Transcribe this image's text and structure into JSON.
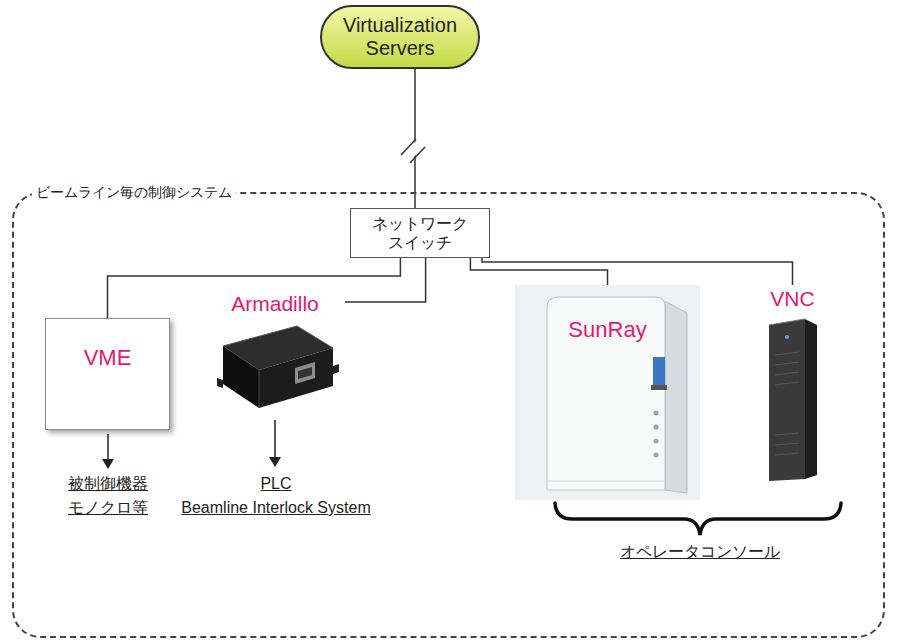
{
  "diagram": {
    "nodes": [
      {
        "text": [
          "Virtualization Servers"
        ]
      },
      {
        "text": [
          "ビームライン毎の制御システム"
        ]
      },
      {
        "text": [
          "ネットワーク スイッチ"
        ],
        "in": 1
      },
      {
        "text": [
          "VME"
        ],
        "in": 1
      },
      {
        "text": [
          "Armadillo"
        ],
        "in": 1
      },
      {
        "text": [
          "SunRay"
        ],
        "in": 1
      },
      {
        "text": [
          "VNC"
        ],
        "in": 1
      }
    ],
    "edges": [
      {
        "from": 0,
        "to": 2,
        "arrow": "none"
      },
      {
        "from": 2,
        "to": 3,
        "arrow": "none"
      },
      {
        "from": 2,
        "to": 4,
        "arrow": "none"
      },
      {
        "from": 2,
        "to": 5,
        "arrow": "none"
      },
      {
        "from": 2,
        "to": 6,
        "arrow": "none"
      }
    ],
    "labels": [
      "被制御機器",
      "モノクロ等",
      "PLC",
      "Beamline Interlock System",
      "オペレータコンソール"
    ]
  }
}
